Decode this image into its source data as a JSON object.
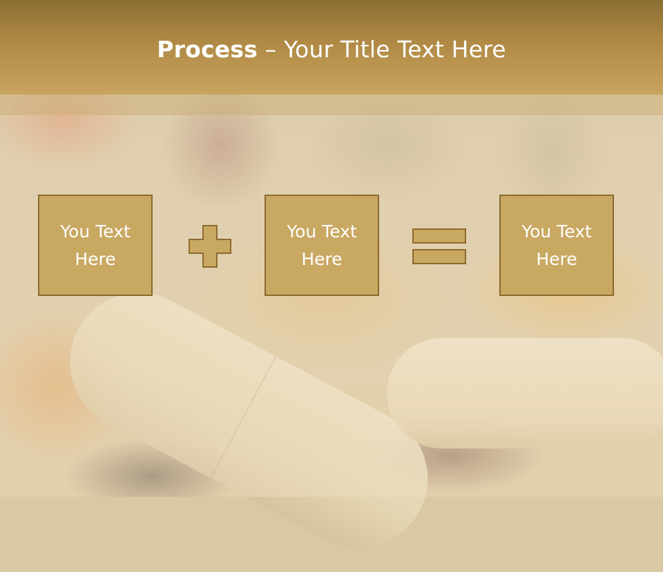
{
  "title": {
    "bold": "Process",
    "dash": " – ",
    "rest": "Your Title Text Here"
  },
  "process": {
    "boxes": [
      {
        "line1": "You Text",
        "line2": "Here"
      },
      {
        "line1": "You Text",
        "line2": "Here"
      },
      {
        "line1": "You Text",
        "line2": "Here"
      }
    ],
    "operators": [
      "plus-icon",
      "equals-icon"
    ]
  },
  "colors": {
    "header": "#b08a45",
    "box_fill": "#c9a862",
    "box_border": "#8a6a2e",
    "text": "#ffffff"
  }
}
